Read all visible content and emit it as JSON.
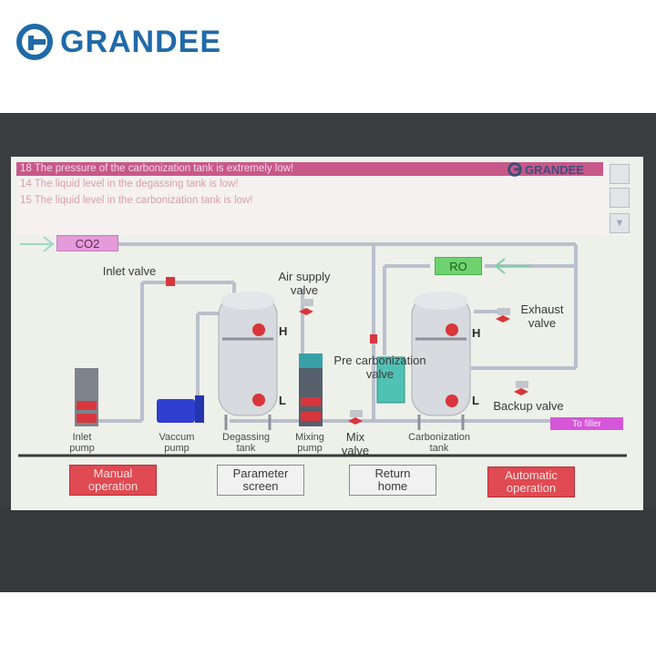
{
  "brand": {
    "name": "GRANDEE"
  },
  "alarms": [
    "18 The pressure of the carbonization tank is extremely low!",
    "14 The liquid level in the degassing tank is low!",
    "15 The liquid level in the carbonization tank is low!"
  ],
  "screen_logo": "GRANDEE",
  "scroll": {
    "down_glyph": "▼"
  },
  "tags": {
    "co2": "CO2",
    "ro": "RO",
    "filler": "To filler"
  },
  "labels": {
    "inlet_valve": "Inlet valve",
    "air_supply_valve": [
      "Air supply",
      "valve"
    ],
    "pre_carbonization_valve": [
      "Pre carbonization",
      "valve"
    ],
    "exhaust_valve": [
      "Exhaust",
      "valve"
    ],
    "backup_valve": "Backup valve",
    "inlet_pump": [
      "Inlet",
      "pump"
    ],
    "vaccum_pump": [
      "Vaccum",
      "pump"
    ],
    "degassing_tank": [
      "Degassing",
      "tank"
    ],
    "mixing_pump": [
      "Mixing",
      "pump"
    ],
    "mix_valve": [
      "Mix",
      "valve"
    ],
    "carbonization_tank": [
      "Carbonization",
      "tank"
    ],
    "level_high": "H",
    "level_low": "L"
  },
  "buttons": {
    "manual": [
      "Manual",
      "operation"
    ],
    "parameter": [
      "Parameter",
      "screen"
    ],
    "return_home": [
      "Return",
      "home"
    ],
    "automatic": [
      "Automatic",
      "operation"
    ]
  },
  "colors": {
    "brand_blue": "#1f6aa8",
    "alarm_bar": "#c8588a",
    "button_red": "#e04a52",
    "co2_tag": "#e59ad9",
    "ro_tag": "#6ed36e",
    "filler_tag": "#d557d8",
    "pipe": "#b9c0cc"
  }
}
